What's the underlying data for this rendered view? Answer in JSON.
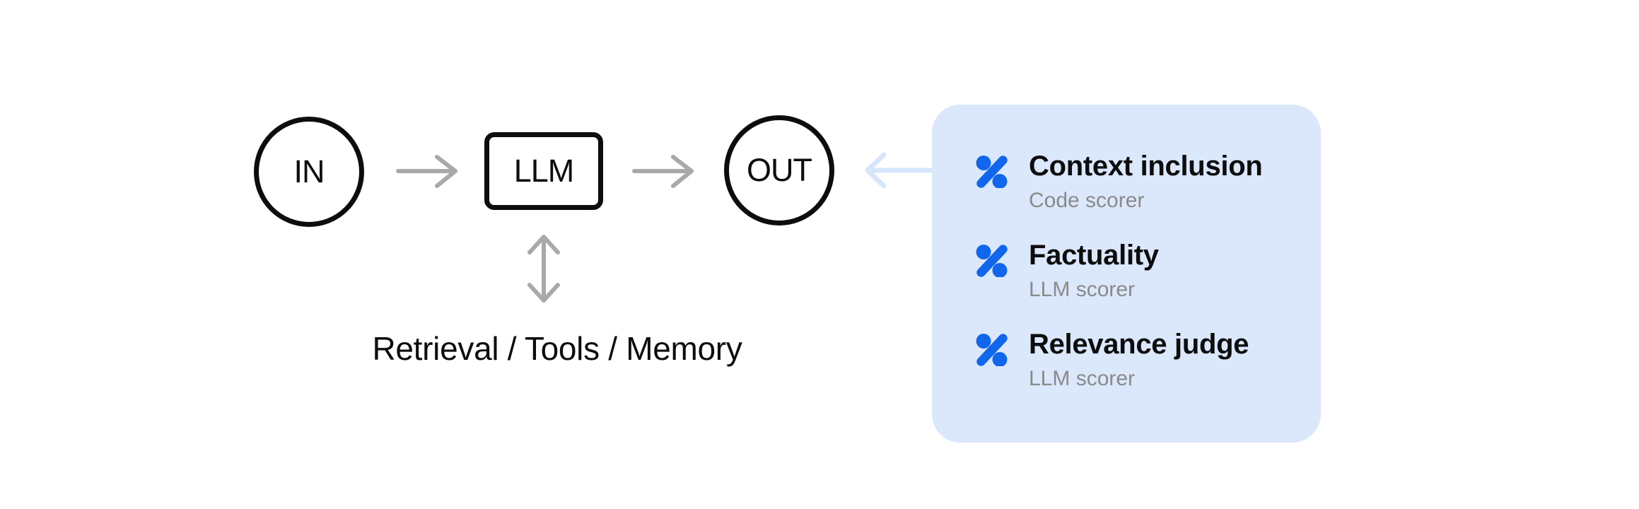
{
  "diagram": {
    "nodes": {
      "input": {
        "label": "IN"
      },
      "llm": {
        "label": "LLM"
      },
      "output": {
        "label": "OUT"
      }
    },
    "arrows": [
      {
        "name": "arrow-in-to-llm",
        "direction": "right"
      },
      {
        "name": "arrow-llm-to-out",
        "direction": "right"
      },
      {
        "name": "arrow-llm-tools-bidirectional",
        "direction": "vertical-both"
      },
      {
        "name": "arrow-panel-to-out",
        "direction": "left"
      }
    ],
    "bottom_label": "Retrieval / Tools / Memory"
  },
  "scorer_panel": {
    "items": [
      {
        "icon": "percent-icon",
        "title": "Context inclusion",
        "subtitle": "Code scorer"
      },
      {
        "icon": "percent-icon",
        "title": "Factuality",
        "subtitle": "LLM scorer"
      },
      {
        "icon": "percent-icon",
        "title": "Relevance judge",
        "subtitle": "LLM scorer"
      }
    ]
  },
  "colors": {
    "background": "#ffffff",
    "node_stroke": "#0d0d0e",
    "arrow_gray": "#a9a9a9",
    "arrow_light_blue": "#d7e5fb",
    "panel_background": "#dbe8fc",
    "icon_blue": "#1266eb",
    "title_text": "#0d0d0e",
    "subtitle_text": "#8a8a8a"
  }
}
